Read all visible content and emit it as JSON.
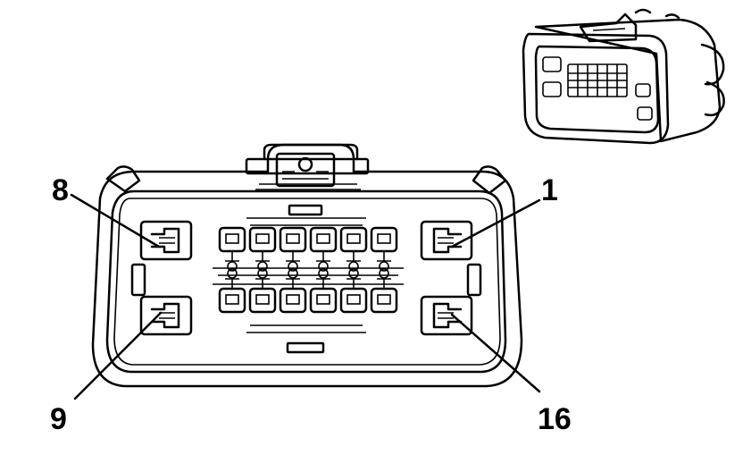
{
  "pin_labels": {
    "top_left": "8",
    "top_right": "1",
    "bottom_left": "9",
    "bottom_right": "16"
  },
  "colors": {
    "line": "#000000",
    "fill": "#ffffff"
  }
}
